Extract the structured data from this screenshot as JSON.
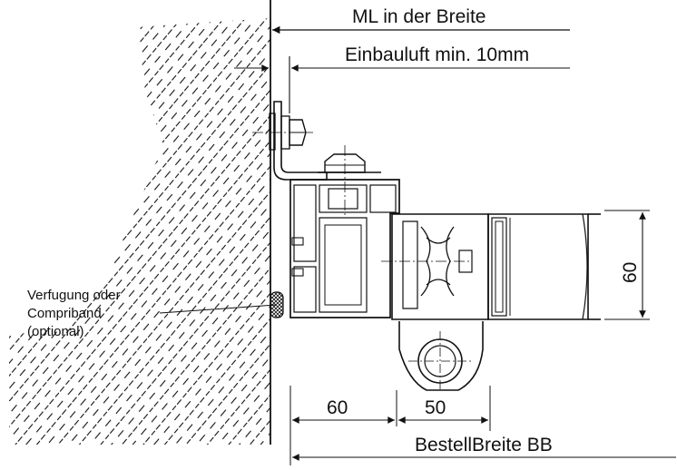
{
  "drawing": {
    "dimensions": {
      "ml_width": "ML in der Breite",
      "install_gap": "Einbauluft min. 10mm",
      "height": "60",
      "left_width": "60",
      "center_width": "50",
      "order_width": "BestellBreite BB"
    },
    "note": {
      "line1": "Verfugung oder",
      "line2": "Compriband",
      "line3": "(optional)"
    },
    "colors": {
      "ink": "#111111",
      "background": "#ffffff"
    }
  }
}
